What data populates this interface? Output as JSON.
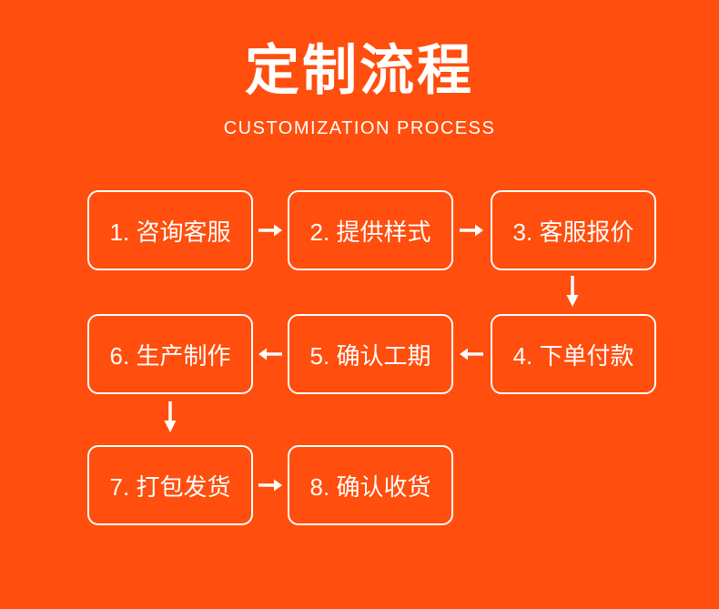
{
  "page": {
    "bg_color": "#FF4E0D",
    "accent_text_color": "#FFFFFF",
    "title": "定制流程",
    "subtitle": "CUSTOMIZATION PROCESS"
  },
  "flow": {
    "steps": [
      {
        "id": 1,
        "label": "1. 咨询客服"
      },
      {
        "id": 2,
        "label": "2. 提供样式"
      },
      {
        "id": 3,
        "label": "3. 客服报价"
      },
      {
        "id": 4,
        "label": "4. 下单付款"
      },
      {
        "id": 5,
        "label": "5. 确认工期"
      },
      {
        "id": 6,
        "label": "6. 生产制作"
      },
      {
        "id": 7,
        "label": "7. 打包发货"
      },
      {
        "id": 8,
        "label": "8. 确认收货"
      }
    ],
    "connections": [
      "1→2",
      "2→3",
      "3→4",
      "4→5",
      "5→6",
      "6→7",
      "7→8"
    ]
  }
}
